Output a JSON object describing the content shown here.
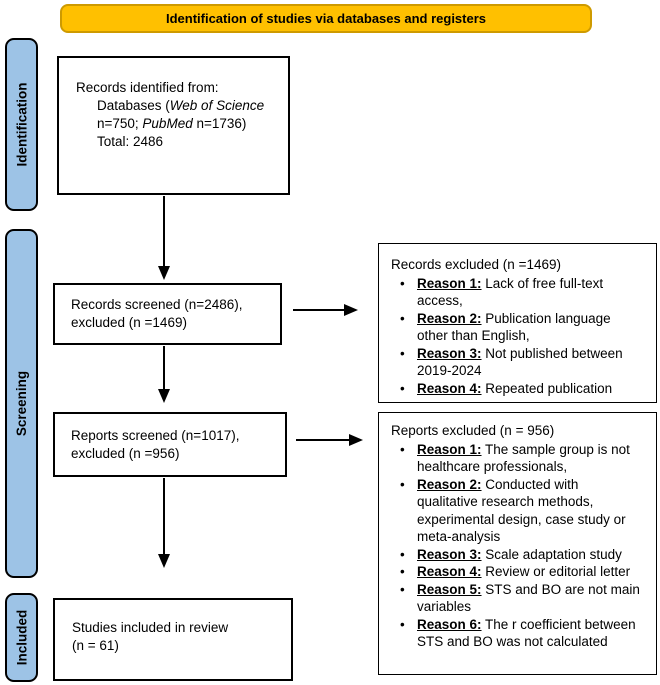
{
  "banner": {
    "title": "Identification of studies via databases and registers"
  },
  "stages": [
    {
      "label": "Identification"
    },
    {
      "label": "Screening"
    },
    {
      "label": "Included"
    }
  ],
  "boxes": {
    "identified": {
      "line1": "Records identified from:",
      "line2_pre": "Databases (",
      "line2_italic": "Web of Science",
      "line3_pre": "n=750; ",
      "line3_italic": "PubMed",
      "line3_post": " n=1736)",
      "line4": "Total: 2486"
    },
    "records_screened": {
      "line1": "Records screened (n=2486),",
      "line2": "excluded (n =1469)"
    },
    "reports_screened": {
      "line1": "Reports screened (n=1017),",
      "line2": "excluded (n =956)"
    },
    "included": {
      "line1": "Studies included in review",
      "line2": "(n = 61)"
    }
  },
  "records_excluded": {
    "title": "Records excluded (n =1469)",
    "reasons": [
      {
        "label": "Reason 1:",
        "text": " Lack of free full-text access,"
      },
      {
        "label": "Reason 2:",
        "text": " Publication language other than English,"
      },
      {
        "label": "Reason 3:",
        "text": " Not published between 2019-2024"
      },
      {
        "label": "Reason 4:",
        "text": " Repeated publication"
      }
    ]
  },
  "reports_excluded": {
    "title": "Reports excluded (n = 956)",
    "reasons": [
      {
        "label": "Reason 1:",
        "text": " The sample group is not healthcare professionals,"
      },
      {
        "label": "Reason 2:",
        "text": " Conducted with qualitative research methods, experimental design, case study or meta-analysis"
      },
      {
        "label": "Reason 3:",
        "text": " Scale adaptation study"
      },
      {
        "label": "Reason 4:",
        "text": " Review or editorial letter"
      },
      {
        "label": "Reason 5:",
        "text": " STS and BO are not main variables"
      },
      {
        "label": "Reason 6:",
        "text": " The r coefficient between STS and BO was not calculated"
      }
    ]
  },
  "colors": {
    "banner_fill": "#FFC000",
    "banner_border": "#CE9A00",
    "stage_fill": "#9DC3E6",
    "line_color": "#000000",
    "bg": "#FFFFFF"
  }
}
